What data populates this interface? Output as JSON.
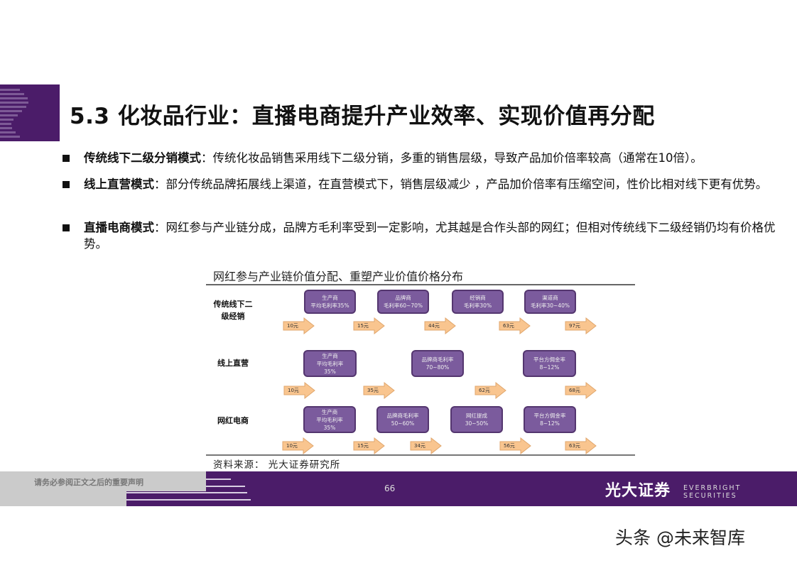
{
  "title": "5.3 化妆品行业：直播电商提升产业效率、实现价值再分配",
  "bullets": [
    {
      "label": "传统线下二级分销模式",
      "text": "：传统化妆品销售采用线下二级分销，多重的销售层级，导致产品加价倍率较高（通常在10倍）。"
    },
    {
      "label": "线上直营模式",
      "text": "：部分传统品牌拓展线上渠道，在直营模式下，销售层级减少 ，产品加价倍率有压缩空间，性价比相对线下更有优势。"
    },
    {
      "label": "直播电商模式",
      "text": "：网红参与产业链分成，品牌方毛利率受到一定影响，尤其越是合作头部的网红；但相对传统线下二级经销仍均有价格优势。"
    }
  ],
  "diagram": {
    "title": "网红参与产业链价值分配、重塑产业价值价格分布",
    "rows": [
      {
        "label": "传统线下二级经销",
        "boxes": [
          [
            "生产商",
            "平均毛利率35%"
          ],
          [
            "品牌商",
            "毛利率60~70%"
          ],
          [
            "经销商",
            "毛利率30%"
          ],
          [
            "渠道商",
            "毛利率30~40%"
          ]
        ],
        "prices": [
          "10元",
          "15元",
          "44元",
          "63元",
          "97元"
        ]
      },
      {
        "label": "线上直营",
        "boxes": [
          [
            "生产商",
            "平均毛利率",
            "35%"
          ],
          [
            "品牌商毛利率",
            "70~80%"
          ],
          [
            "平台方佣金率",
            "8~12%"
          ]
        ],
        "prices": [
          "10元",
          "35元",
          "62元",
          "68元"
        ]
      },
      {
        "label": "网红电商",
        "boxes": [
          [
            "生产商",
            "平均毛利率",
            "35%"
          ],
          [
            "品牌商毛利率",
            "50~60%"
          ],
          [
            "网红提成",
            "30~50%"
          ],
          [
            "平台方佣金率",
            "8~12%"
          ]
        ],
        "prices": [
          "10元",
          "15元",
          "34元",
          "56元",
          "63元"
        ]
      }
    ],
    "source": "资料来源： 光大证券研究所",
    "colors": {
      "box": "#7b5b9d",
      "arrow": "#f9c58f"
    }
  },
  "footer": {
    "disclaimer": "请务必参阅正文之后的重要声明",
    "page": "66",
    "brand_cn": "光大证券",
    "brand_en": "EVERBRIGHT SECURITIES",
    "accent": "#4b1c69"
  },
  "watermark": "头条 @未来智库"
}
